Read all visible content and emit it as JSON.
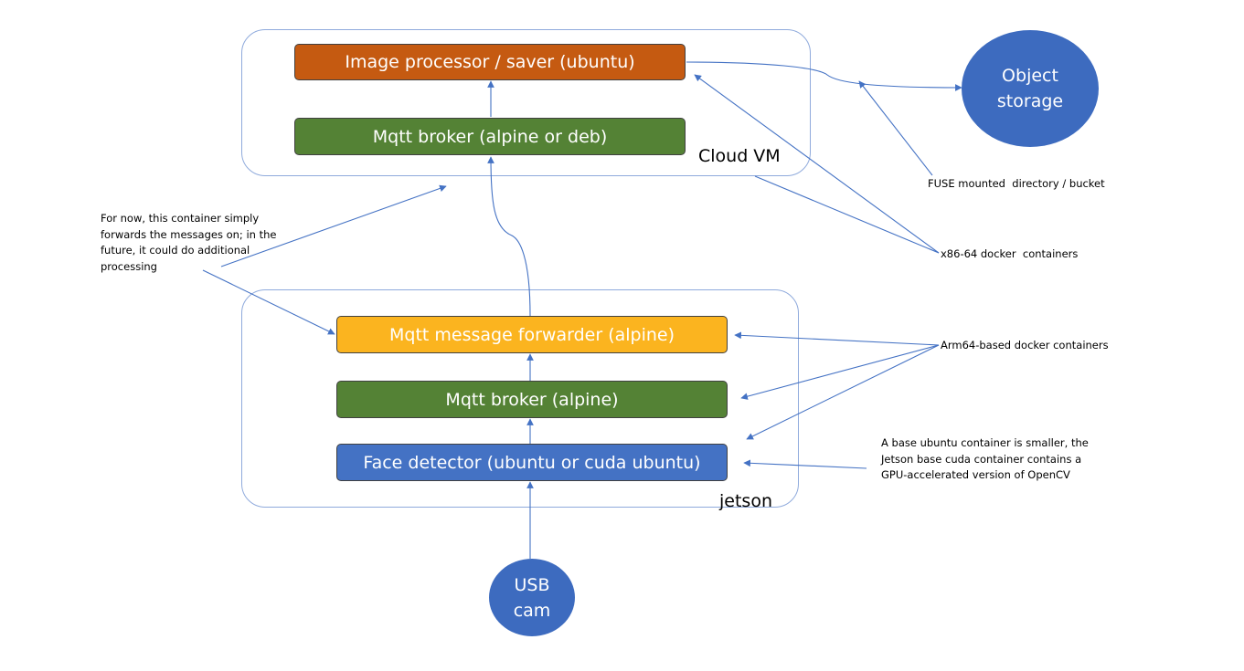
{
  "groups": {
    "cloud": {
      "label": "Cloud VM"
    },
    "jetson": {
      "label": "jetson"
    }
  },
  "nodes": {
    "image_processor": {
      "label": "Image processor / saver (ubuntu)",
      "color": "#c55a11"
    },
    "mqtt_broker_cloud": {
      "label": "Mqtt broker (alpine or deb)",
      "color": "#548235"
    },
    "forwarder": {
      "label": "Mqtt message forwarder (alpine)",
      "color": "#fbb41f"
    },
    "mqtt_broker_jetson": {
      "label": "Mqtt broker (alpine)",
      "color": "#548235"
    },
    "face_detector": {
      "label": "Face detector (ubuntu or cuda ubuntu)",
      "color": "#4472c4"
    },
    "object_storage": {
      "label": "Object storage",
      "color": "#3d6bbf"
    },
    "usb_cam": {
      "label": "USB cam",
      "color": "#3d6bbf"
    }
  },
  "notes": {
    "forwarder_note": "For now, this container simply forwards the messages on; in the future, it could do additional processing",
    "fuse_note": "FUSE mounted  directory / bucket",
    "x86_note": "x86-64 docker  containers",
    "arm_note": "Arm64-based docker containers",
    "base_note": "A base ubuntu  container is smaller, the Jetson base cuda container contains a GPU-accelerated version of OpenCV"
  },
  "colors": {
    "line": "#4472c4",
    "group_border": "#8faadc"
  }
}
